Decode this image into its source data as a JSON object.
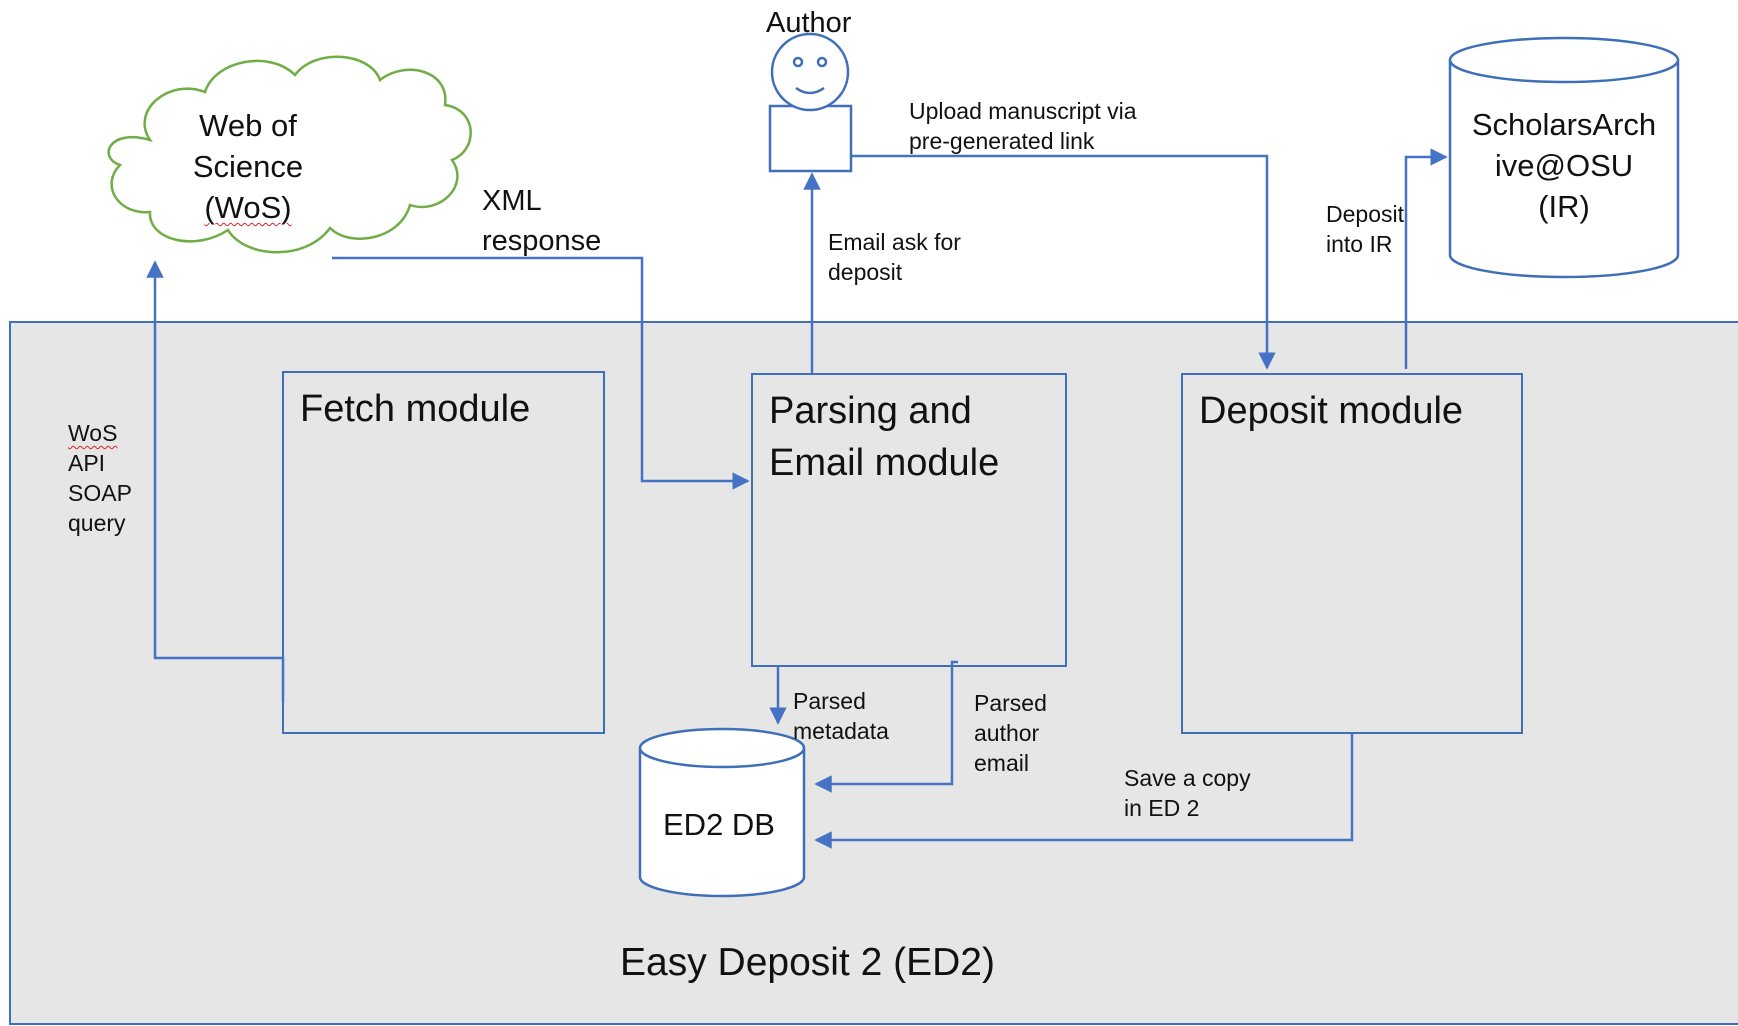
{
  "system": {
    "label": "Easy Deposit 2 (ED2)"
  },
  "modules": {
    "fetch": "Fetch module",
    "parsing": [
      "Parsing and",
      "Email module"
    ],
    "deposit": "Deposit module"
  },
  "external": {
    "wos": [
      "Web of",
      "Science",
      "(WoS)"
    ],
    "author": "Author",
    "scholars": [
      "ScholarsArch",
      "ive@OSU",
      "(IR)"
    ],
    "ed2db": "ED2 DB"
  },
  "edges": {
    "wos_query": [
      "WoS",
      "API",
      "SOAP",
      "query"
    ],
    "xml_response": [
      "XML",
      "response"
    ],
    "email_ask": [
      "Email ask for",
      "deposit"
    ],
    "upload": [
      "Upload manuscript via",
      "pre-generated link"
    ],
    "deposit_ir": [
      "Deposit",
      "into IR"
    ],
    "parsed_metadata": [
      "Parsed",
      "metadata"
    ],
    "parsed_email": [
      "Parsed",
      "author",
      "email"
    ],
    "save_copy": [
      "Save a copy",
      "in ED 2"
    ]
  },
  "colors": {
    "connector": "#4472c4",
    "cloud": "#70ad47",
    "system_fill": "#e6e6e6"
  }
}
